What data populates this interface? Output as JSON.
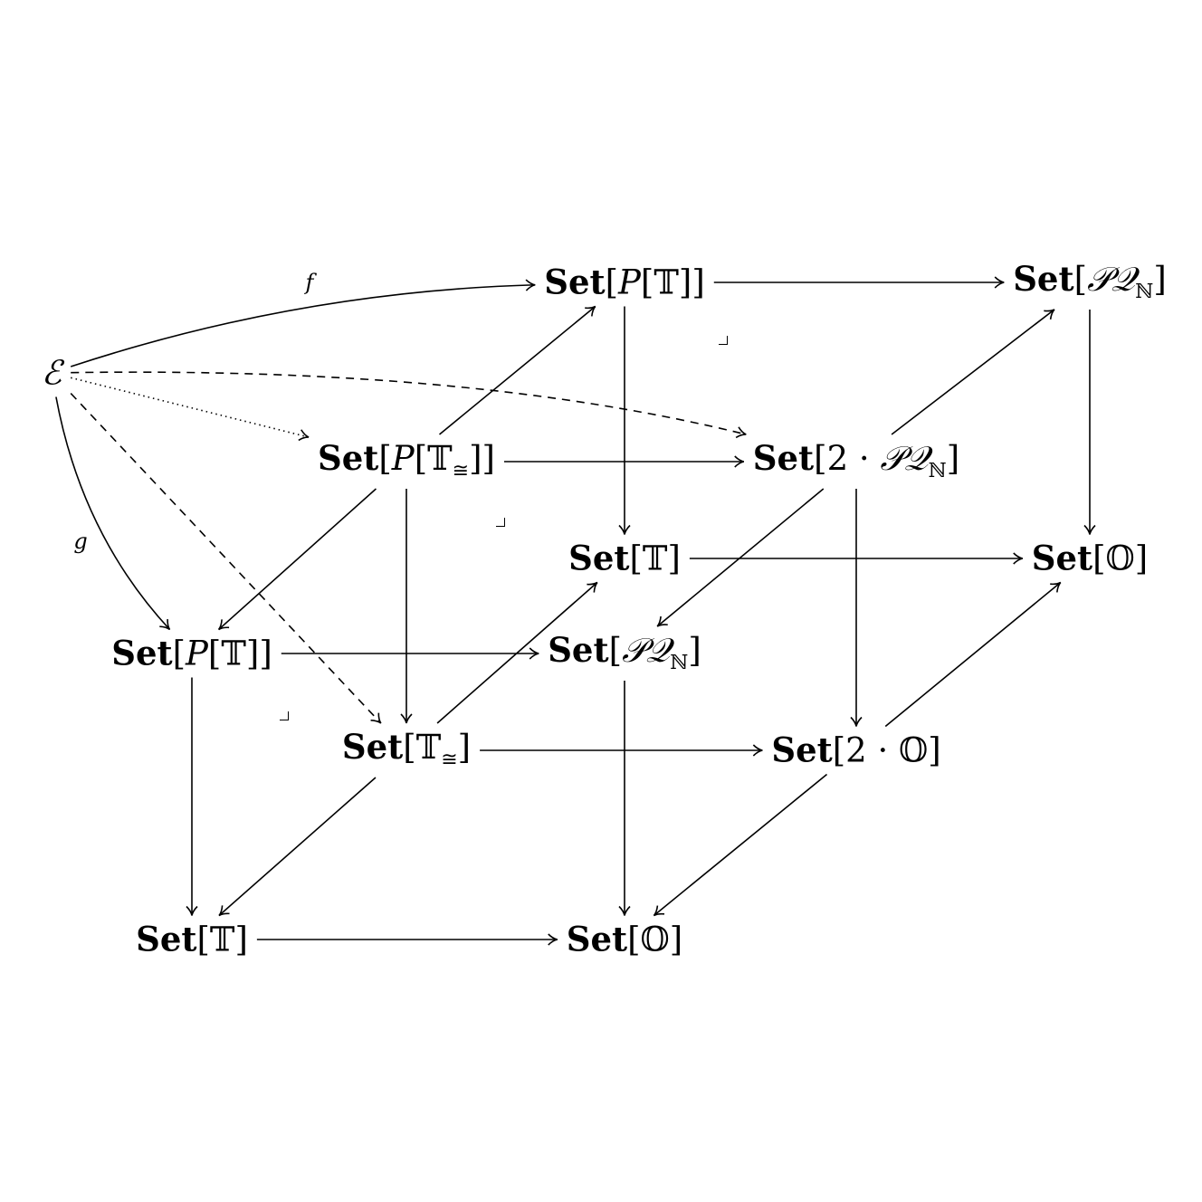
{
  "nodes": {
    "E": {
      "parts": [
        [
          "i",
          "ℰ"
        ]
      ]
    },
    "PT_top": {
      "parts": [
        [
          "b",
          "Set"
        ],
        [
          "n",
          "["
        ],
        [
          "i",
          "P"
        ],
        [
          "n",
          "[𝕋]]"
        ]
      ]
    },
    "PQN_top": {
      "parts": [
        [
          "b",
          "Set"
        ],
        [
          "n",
          "["
        ],
        [
          "i",
          "𝒫𝒬"
        ],
        [
          "sub",
          "ℕ"
        ],
        [
          "n",
          "]"
        ]
      ]
    },
    "PTiso": {
      "parts": [
        [
          "b",
          "Set"
        ],
        [
          "n",
          "["
        ],
        [
          "i",
          "P"
        ],
        [
          "n",
          "[𝕋"
        ],
        [
          "sub",
          "≅"
        ],
        [
          "n",
          "]]"
        ]
      ]
    },
    "TwoPQN": {
      "parts": [
        [
          "b",
          "Set"
        ],
        [
          "n",
          "[2 · "
        ],
        [
          "i",
          "𝒫𝒬"
        ],
        [
          "sub",
          "ℕ"
        ],
        [
          "n",
          "]"
        ]
      ]
    },
    "T_mid": {
      "parts": [
        [
          "b",
          "Set"
        ],
        [
          "n",
          "[𝕋]"
        ]
      ]
    },
    "O_mid": {
      "parts": [
        [
          "b",
          "Set"
        ],
        [
          "n",
          "[𝕆]"
        ]
      ]
    },
    "PT_left": {
      "parts": [
        [
          "b",
          "Set"
        ],
        [
          "n",
          "["
        ],
        [
          "i",
          "P"
        ],
        [
          "n",
          "[𝕋]]"
        ]
      ]
    },
    "PQN_mid": {
      "parts": [
        [
          "b",
          "Set"
        ],
        [
          "n",
          "["
        ],
        [
          "i",
          "𝒫𝒬"
        ],
        [
          "sub",
          "ℕ"
        ],
        [
          "n",
          "]"
        ]
      ]
    },
    "Tiso": {
      "parts": [
        [
          "b",
          "Set"
        ],
        [
          "n",
          "[𝕋"
        ],
        [
          "sub",
          "≅"
        ],
        [
          "n",
          "]"
        ]
      ]
    },
    "TwoO": {
      "parts": [
        [
          "b",
          "Set"
        ],
        [
          "n",
          "[2 · 𝕆]"
        ]
      ]
    },
    "T_bot": {
      "parts": [
        [
          "b",
          "Set"
        ],
        [
          "n",
          "[𝕋]"
        ]
      ]
    },
    "O_bot": {
      "parts": [
        [
          "b",
          "Set"
        ],
        [
          "n",
          "[𝕆]"
        ]
      ]
    }
  },
  "labels": {
    "f": "f",
    "g": "g"
  },
  "edges": [
    {
      "from": "E",
      "to": "PT_top",
      "style": "solid",
      "label": "f"
    },
    {
      "from": "E",
      "to": "PT_left",
      "style": "solid",
      "label": "g"
    },
    {
      "from": "E",
      "to": "PTiso",
      "style": "dotted"
    },
    {
      "from": "E",
      "to": "TwoPQN",
      "style": "dashed"
    },
    {
      "from": "E",
      "to": "Tiso",
      "style": "dashed"
    },
    {
      "from": "PT_top",
      "to": "PQN_top",
      "style": "solid"
    },
    {
      "from": "PT_top",
      "to": "T_mid",
      "style": "solid"
    },
    {
      "from": "PQN_top",
      "to": "O_mid",
      "style": "solid"
    },
    {
      "from": "PTiso",
      "to": "PT_top",
      "style": "solid"
    },
    {
      "from": "PTiso",
      "to": "TwoPQN",
      "style": "solid"
    },
    {
      "from": "PTiso",
      "to": "PT_left",
      "style": "solid"
    },
    {
      "from": "PTiso",
      "to": "Tiso",
      "style": "solid"
    },
    {
      "from": "TwoPQN",
      "to": "PQN_top",
      "style": "solid"
    },
    {
      "from": "TwoPQN",
      "to": "PQN_mid",
      "style": "solid"
    },
    {
      "from": "TwoPQN",
      "to": "TwoO",
      "style": "solid"
    },
    {
      "from": "T_mid",
      "to": "O_mid",
      "style": "solid"
    },
    {
      "from": "PT_left",
      "to": "PQN_mid",
      "style": "solid"
    },
    {
      "from": "PT_left",
      "to": "T_bot",
      "style": "solid"
    },
    {
      "from": "PQN_mid",
      "to": "O_bot",
      "style": "solid"
    },
    {
      "from": "Tiso",
      "to": "T_mid",
      "style": "solid"
    },
    {
      "from": "Tiso",
      "to": "TwoO",
      "style": "solid"
    },
    {
      "from": "Tiso",
      "to": "T_bot",
      "style": "solid"
    },
    {
      "from": "TwoO",
      "to": "O_mid",
      "style": "solid"
    },
    {
      "from": "TwoO",
      "to": "O_bot",
      "style": "solid"
    },
    {
      "from": "T_bot",
      "to": "O_bot",
      "style": "solid"
    }
  ]
}
